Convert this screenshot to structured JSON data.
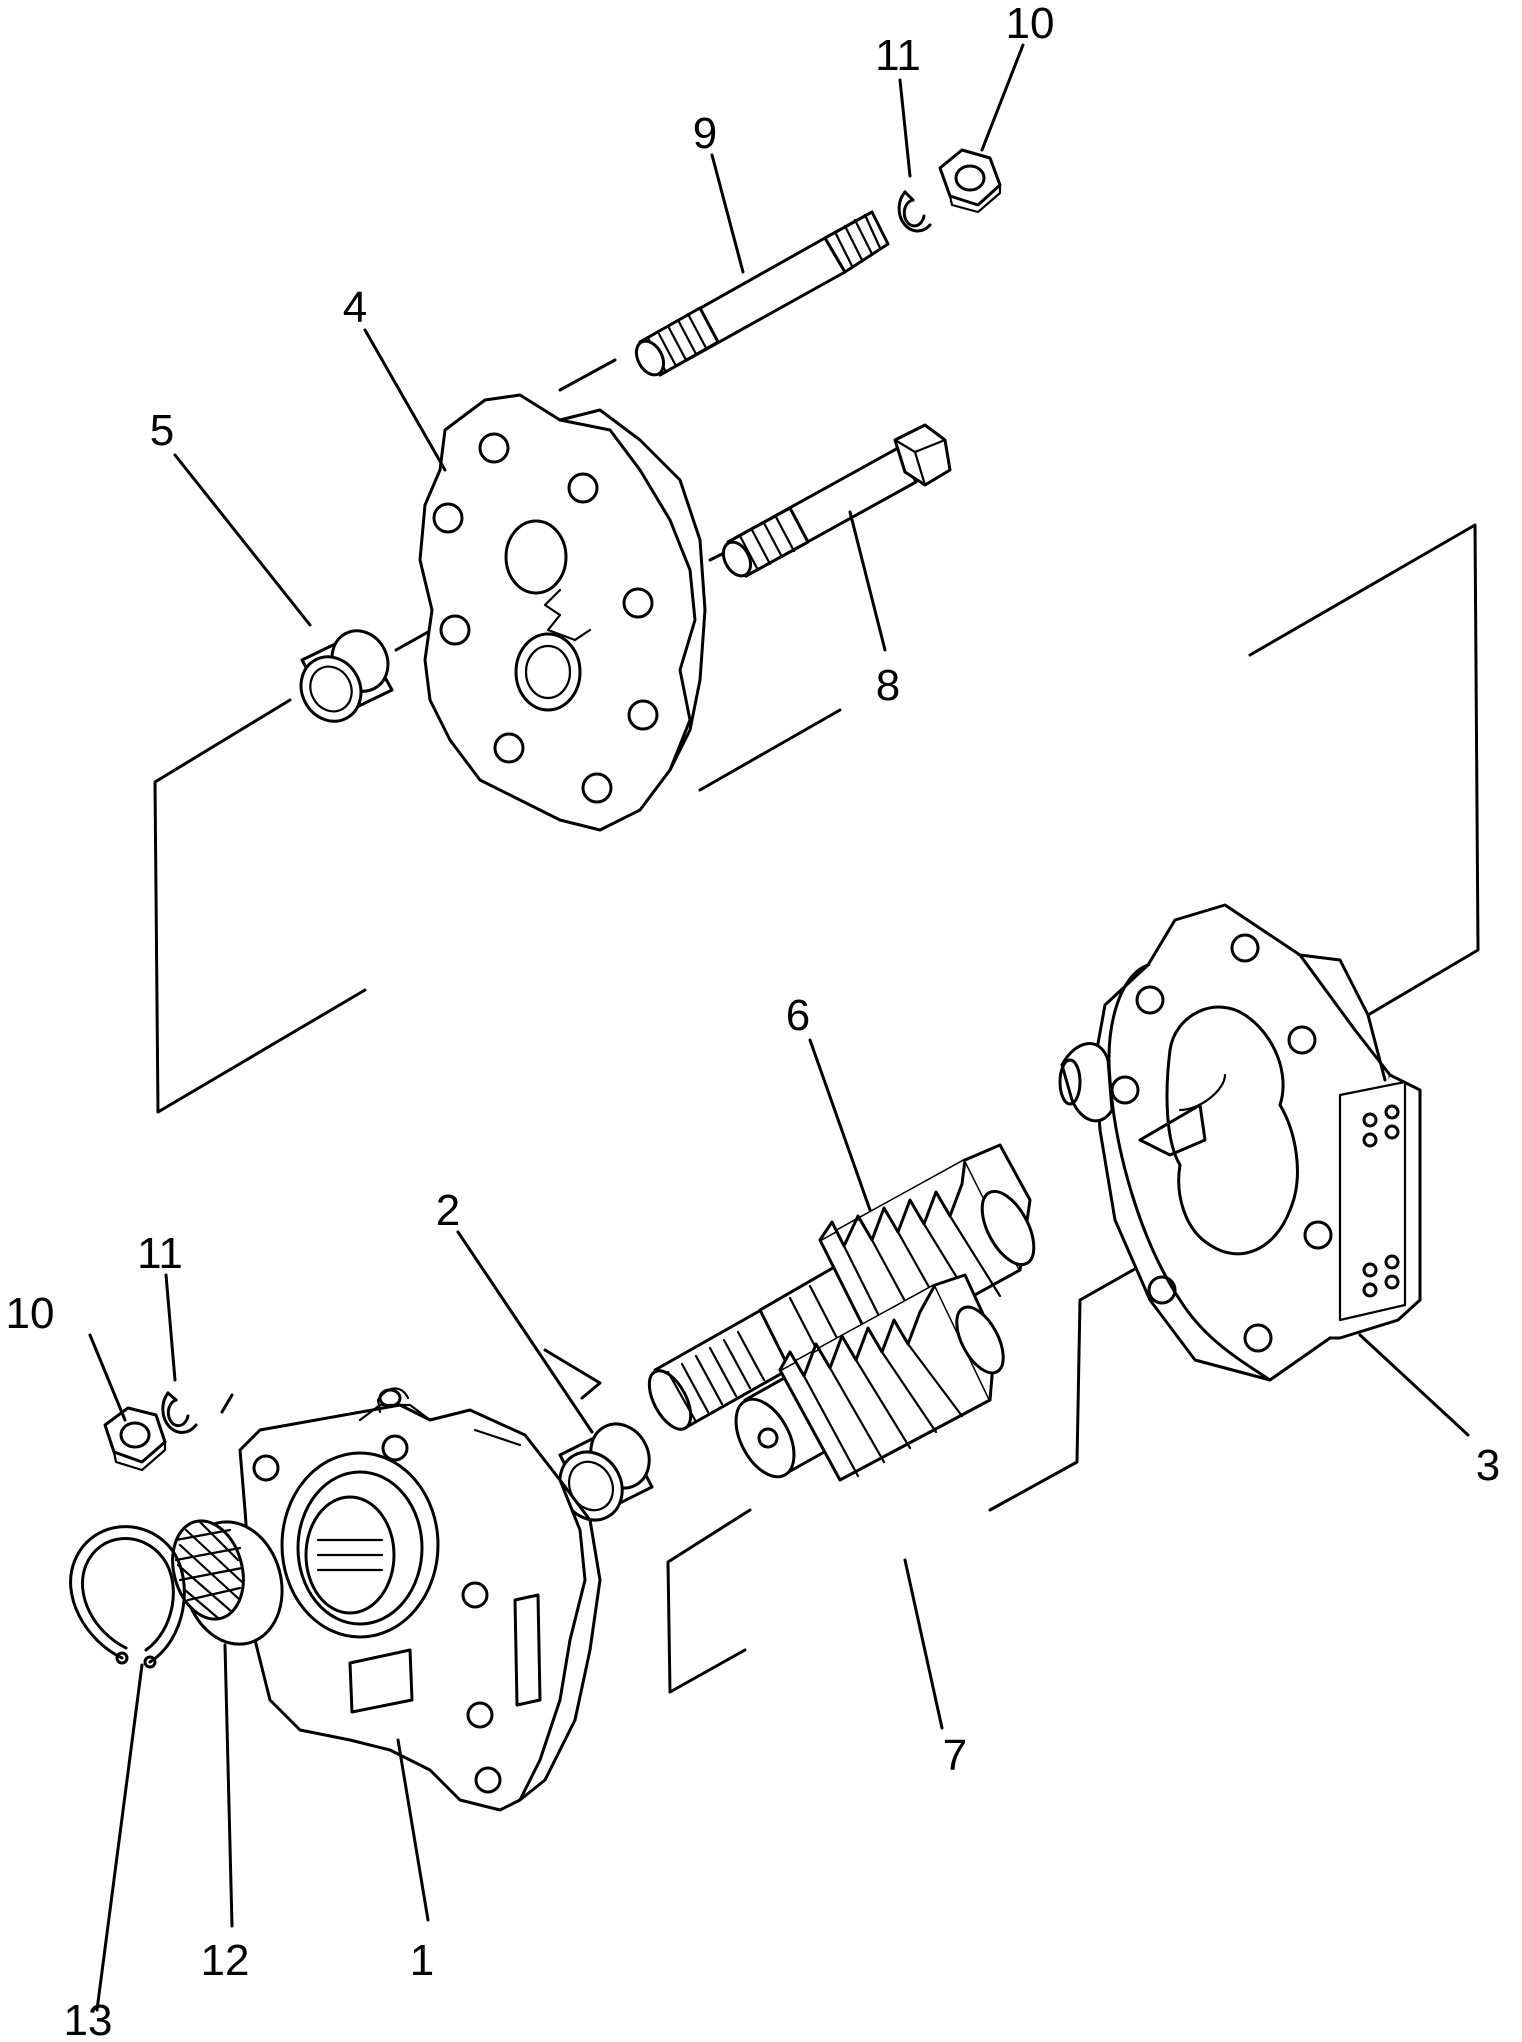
{
  "labels": {
    "l1": "1",
    "l2": "2",
    "l3": "3",
    "l4": "4",
    "l5": "5",
    "l6": "6",
    "l7": "7",
    "l8": "8",
    "l9": "9",
    "l10a": "10",
    "l10b": "10",
    "l11a": "11",
    "l11b": "11",
    "l12": "12",
    "l13": "13"
  }
}
